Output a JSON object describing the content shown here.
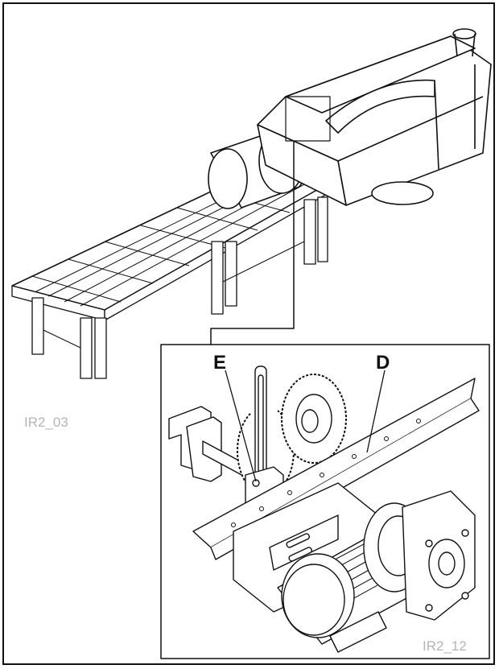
{
  "figure": {
    "main_label": "IR2_03",
    "detail_label": "IR2_12",
    "callouts": {
      "e": "E",
      "d": "D"
    },
    "colors": {
      "line": "#111111",
      "label": "#b5b5b5",
      "background": "#ffffff"
    }
  }
}
